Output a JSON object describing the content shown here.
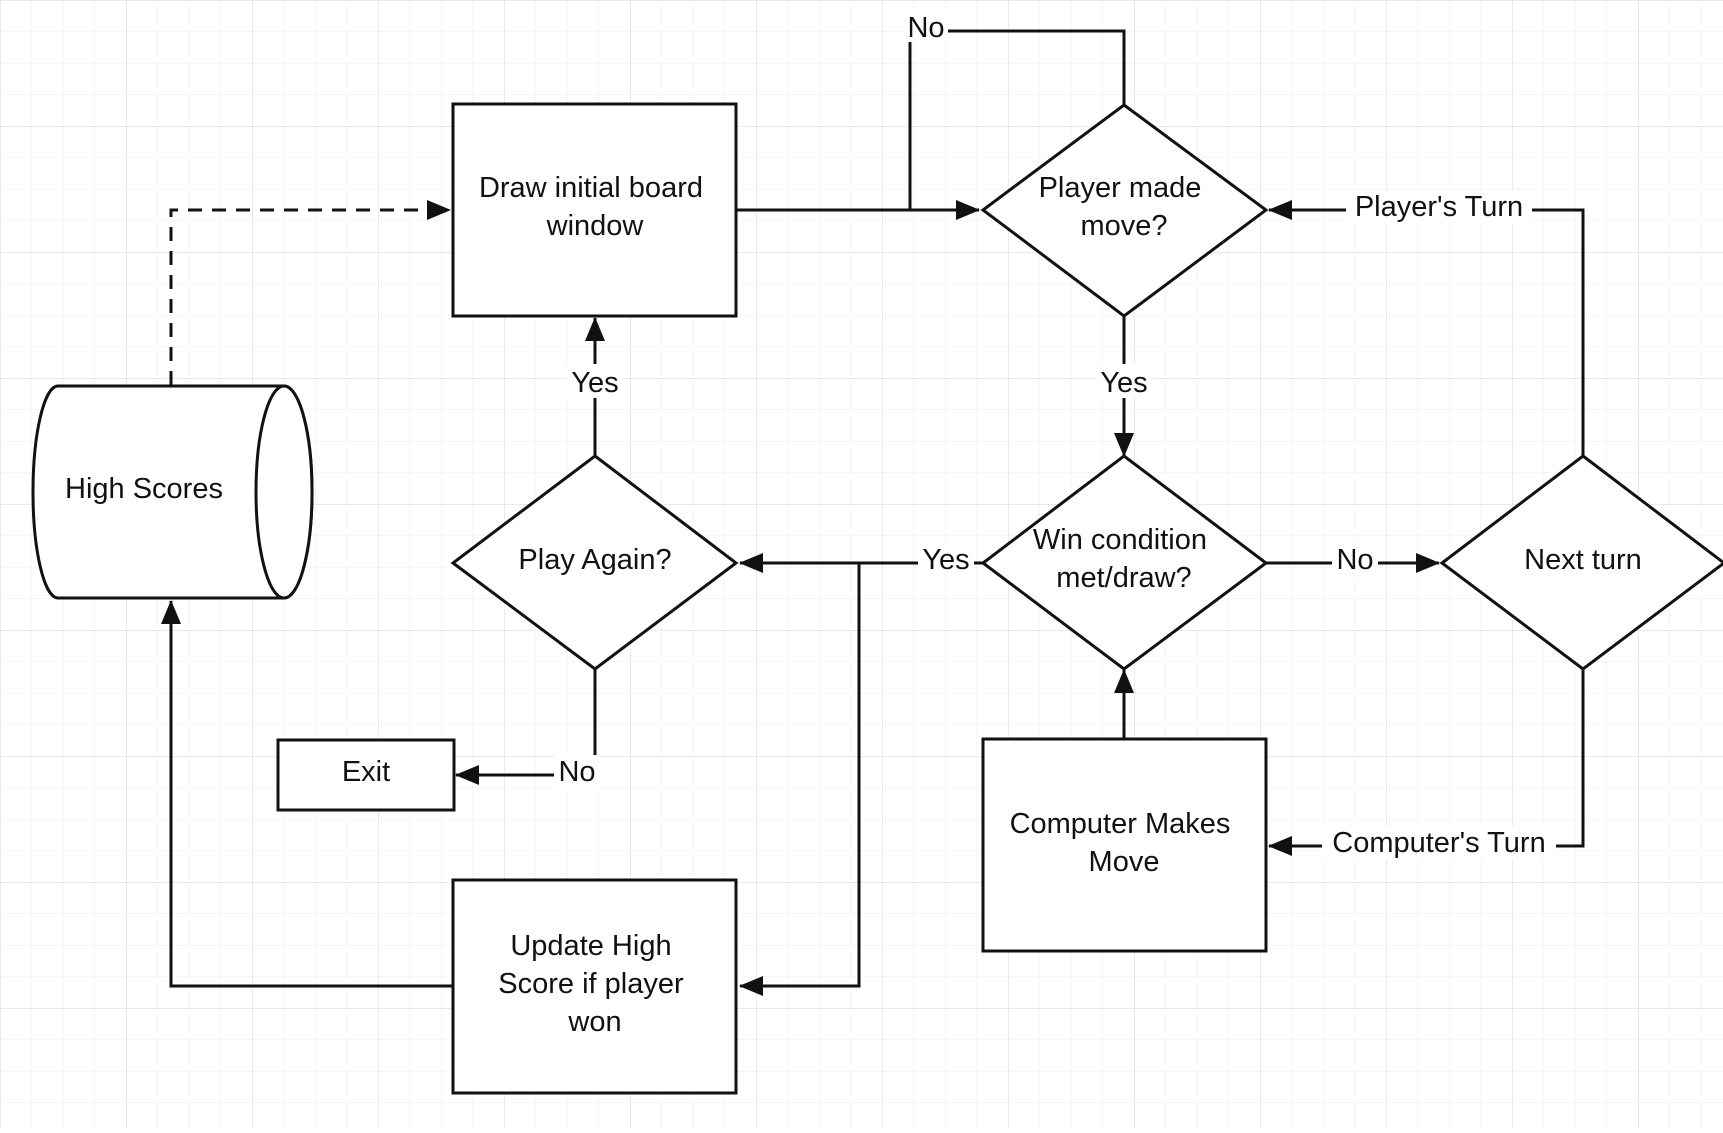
{
  "nodes": {
    "draw_board": [
      "Draw initial board",
      "window"
    ],
    "player_move": [
      "Player made",
      "move?"
    ],
    "high_scores": [
      "High Scores"
    ],
    "play_again": [
      "Play Again?"
    ],
    "win_condition": [
      "Win condition",
      "met/draw?"
    ],
    "next_turn": [
      "Next turn"
    ],
    "exit": [
      "Exit"
    ],
    "computer_move": [
      "Computer Makes",
      "Move"
    ],
    "update_high": [
      "Update High",
      "Score if player",
      "won"
    ]
  },
  "edge_labels": {
    "no_top": "No",
    "yes_player": "Yes",
    "players_turn": "Player's Turn",
    "yes_play_again": "Yes",
    "yes_win": "Yes",
    "no_win": "No",
    "no_exit": "No",
    "computers_turn": "Computer's Turn"
  }
}
